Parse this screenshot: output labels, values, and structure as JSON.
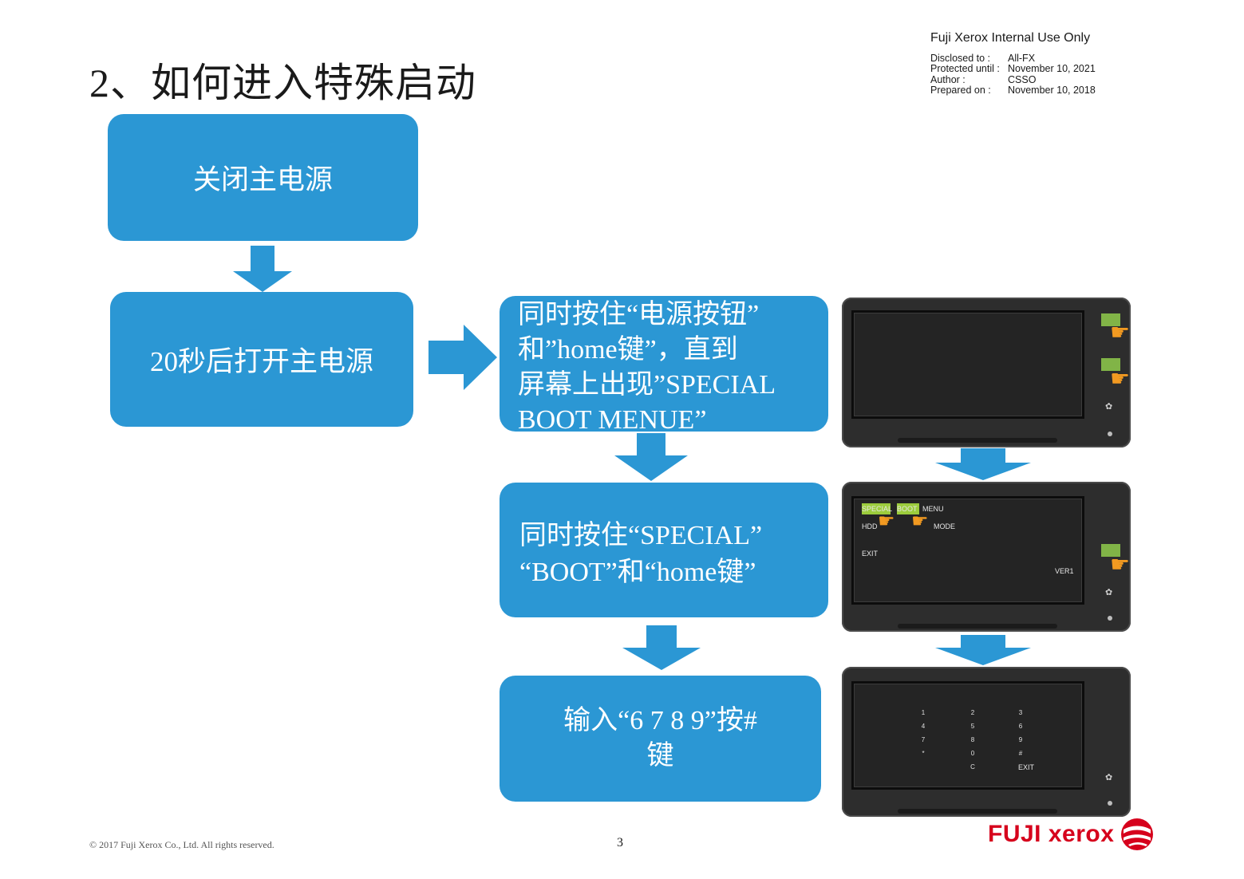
{
  "title": "2、如何进入特殊启动",
  "header": {
    "internal": "Fuji Xerox Internal Use Only",
    "meta": [
      {
        "label": "Disclosed to :",
        "value": "All-FX"
      },
      {
        "label": "Protected until :",
        "value": "November 10, 2021"
      },
      {
        "label": "Author :",
        "value": "CSSO"
      },
      {
        "label": "Prepared on :",
        "value": "November 10, 2018"
      }
    ]
  },
  "steps": {
    "step1": "关闭主电源",
    "step2": "20秒后打开主电源",
    "step3": [
      "同时按住“电源按钮”",
      "和”home键”，直到",
      "屏幕上出现”SPECIAL",
      "BOOT MENUE”"
    ],
    "step4": [
      "同时按住“SPECIAL”",
      "“BOOT”和“home键”"
    ],
    "step5": [
      "输入“6 7 8 9”按#",
      "键"
    ]
  },
  "panel2": {
    "special": "SPECIAL",
    "boot": "BOOT",
    "menu": "MENU",
    "hdd": "HDD",
    "mode": "MODE",
    "exit": "EXIT",
    "vert": "VER1"
  },
  "panel3": {
    "col1": [
      "1",
      "4",
      "7",
      "*"
    ],
    "col2": [
      "2",
      "5",
      "8",
      "0",
      "C"
    ],
    "col3": [
      "3",
      "6",
      "9",
      "#"
    ],
    "exit": "EXIT"
  },
  "footer": {
    "copyright": "© 2017 Fuji Xerox Co., Ltd. All rights reserved.",
    "page": "3",
    "logo": "FUJI xerox"
  },
  "colors": {
    "box": "#2b97d4",
    "arrow": "#2b97d4",
    "logo_red": "#d6001c",
    "highlight": "#9ccc3c",
    "finger": "#f29a21"
  }
}
